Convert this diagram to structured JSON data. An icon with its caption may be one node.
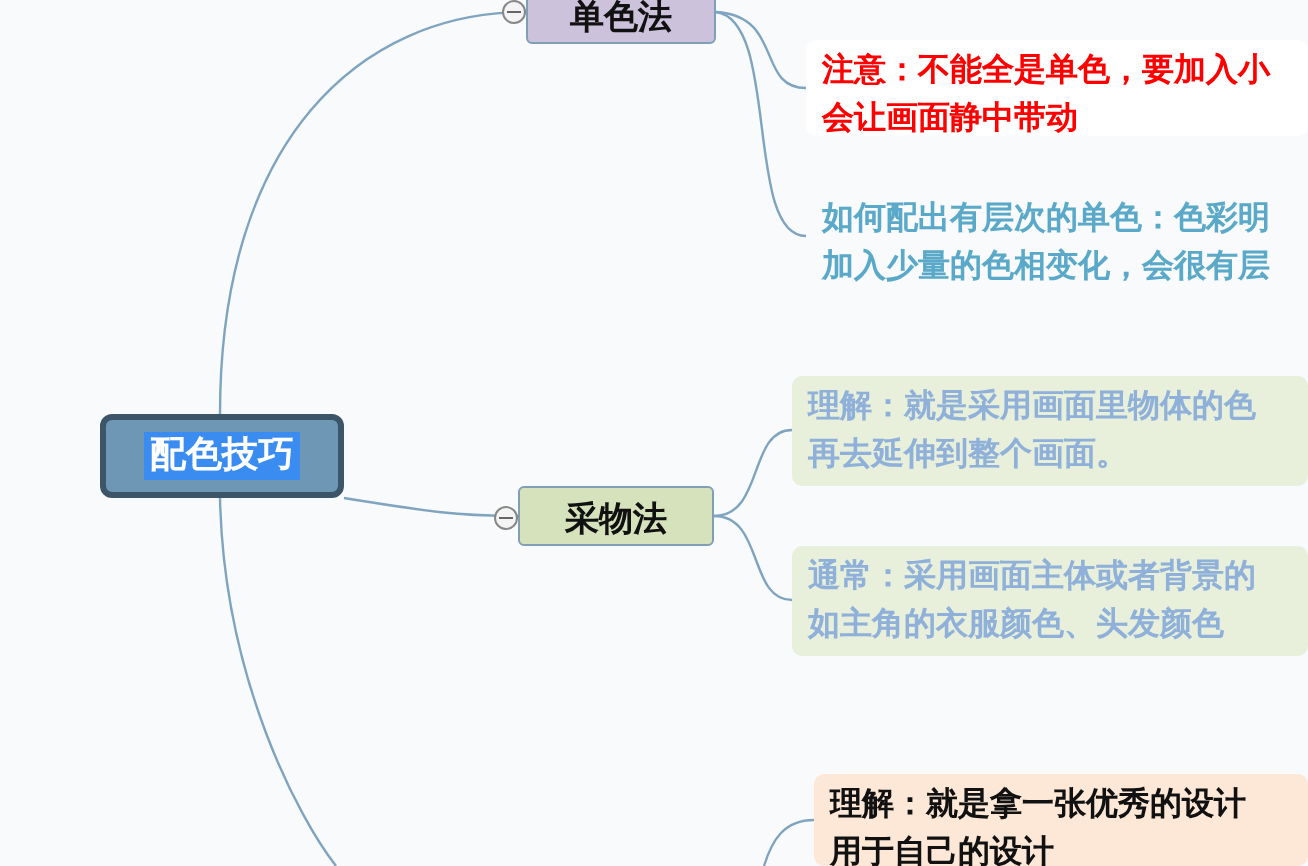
{
  "diagram": {
    "nodes": [
      {
        "text": [
          "配色技巧"
        ]
      },
      {
        "text": [
          "单色法"
        ]
      },
      {
        "text": [
          "注意：不能全是单色，要加入小会让画面静中带动"
        ]
      },
      {
        "text": [
          "如何配出有层次的单色：色彩明加入少量的色相变化，会很有层"
        ]
      },
      {
        "text": [
          "采物法"
        ]
      },
      {
        "text": [
          "理解：就是采用画面里物体的色再去延伸到整个画面。"
        ]
      },
      {
        "text": [
          "通常：采用画面主体或者背景的如主角的衣服颜色、头发颜色"
        ]
      },
      {
        "text": [
          "理解：就是拿一张优秀的设计用于自己的设计"
        ]
      }
    ],
    "edges": [
      {
        "from": 0,
        "to": 1,
        "arrow": "none"
      },
      {
        "from": 0,
        "to": 4,
        "arrow": "none"
      },
      {
        "from": 0,
        "to": null,
        "arrow": "none"
      },
      {
        "from": 1,
        "to": 2,
        "arrow": "none"
      },
      {
        "from": 1,
        "to": 3,
        "arrow": "none"
      },
      {
        "from": 4,
        "to": 5,
        "arrow": "none"
      },
      {
        "from": 4,
        "to": 6,
        "arrow": "none"
      },
      {
        "from": null,
        "to": 7,
        "arrow": "none"
      }
    ]
  }
}
